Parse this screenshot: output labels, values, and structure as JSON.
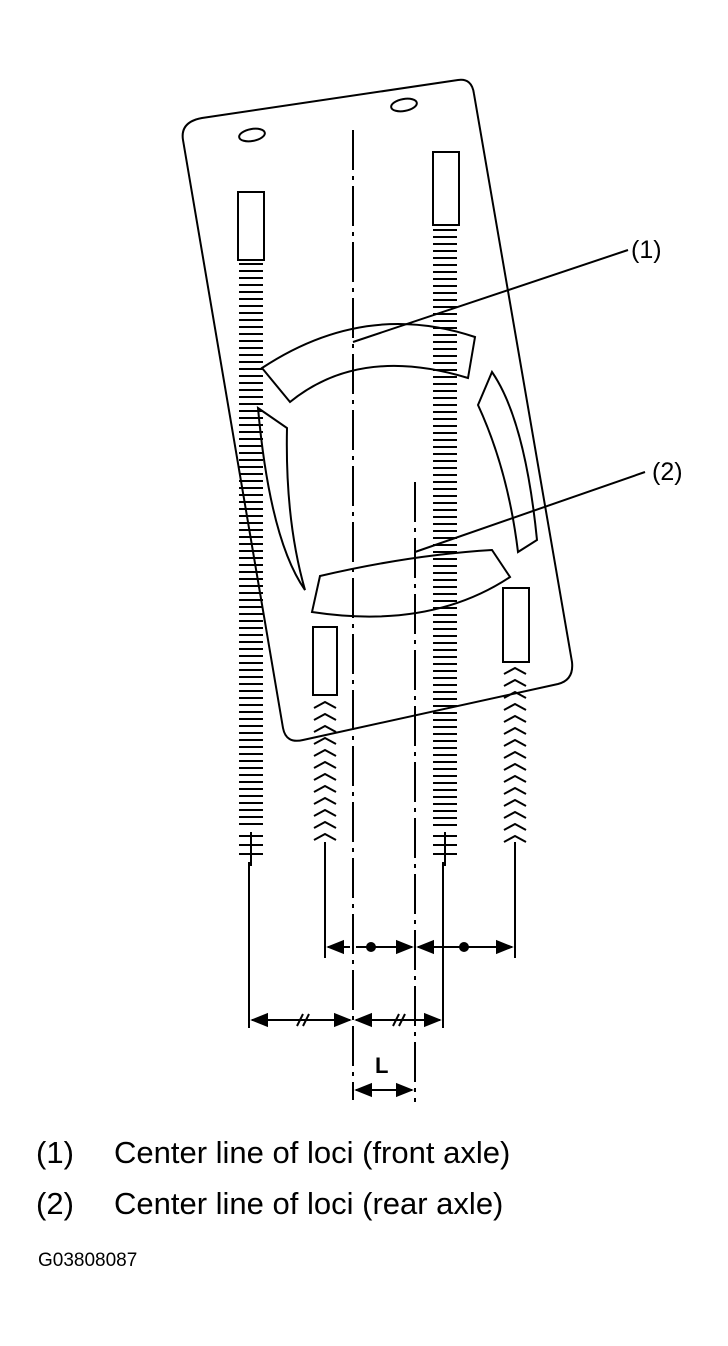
{
  "callouts": {
    "front": "(1)",
    "rear": "(2)"
  },
  "dimension_label": "L",
  "legend": [
    {
      "num": "(1)",
      "text": "Center line of loci (front axle)"
    },
    {
      "num": "(2)",
      "text": "Center line of loci (rear axle)"
    }
  ],
  "figure_code": "G03808087"
}
